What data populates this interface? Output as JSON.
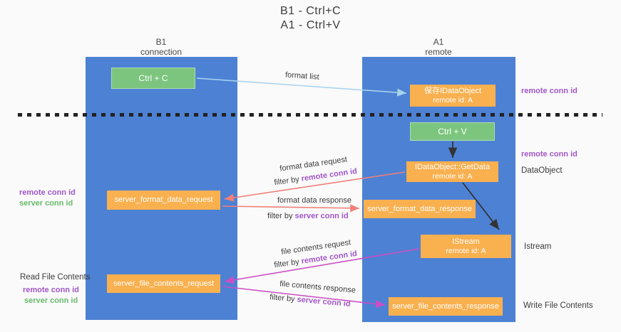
{
  "title": {
    "line1": "B1 - Ctrl+C",
    "line2": "A1 - Ctrl+V"
  },
  "lifelines": {
    "left": {
      "title": "B1",
      "subtitle": "connection"
    },
    "right": {
      "title": "A1",
      "subtitle": "remote"
    }
  },
  "nodes": {
    "ctrl_c": {
      "label": "Ctrl + C"
    },
    "ctrl_v": {
      "label": "Ctrl + V"
    },
    "save_obj": {
      "line1": "保存IDataObject",
      "line2": "remote id: A"
    },
    "getdata": {
      "line1": "IDataObject::GetData",
      "line2": "remote id: A"
    },
    "istream": {
      "line1": "IStream",
      "line2": "remote id: A"
    },
    "fmt_req": {
      "label": "server_format_data_request"
    },
    "fmt_resp": {
      "label": "server_format_data_response"
    },
    "file_req": {
      "label": "server_file_contents_request"
    },
    "file_resp": {
      "label": "server_file_contents_response"
    }
  },
  "edges": {
    "format_list": "format list",
    "format_data_request": "format data request",
    "format_data_response": "format data response",
    "file_contents_request": "file contents request",
    "file_contents_response": "file contents response",
    "filter_by": "filter by ",
    "remote_conn_id": "remote conn id",
    "server_conn_id": "server conn id"
  },
  "annotations": {
    "remote_conn_id": "remote conn id",
    "server_conn_id": "server conn id",
    "dataobject": "DataObject",
    "istream": "Istream",
    "read_file_contents": "Read File Contents",
    "write_file_contents": "Write File Contents"
  },
  "colors": {
    "lifeline_blue": "#4d81d4",
    "node_orange": "#f9b04f",
    "node_green": "#7cc57e",
    "purple_text": "#a156c8",
    "green_text": "#67bb6a",
    "salmon_arrow": "#f08078",
    "magenta_arrow": "#cc4fc4",
    "light_blue_arrow": "#a9d3ee",
    "black_arrow": "#333333"
  }
}
